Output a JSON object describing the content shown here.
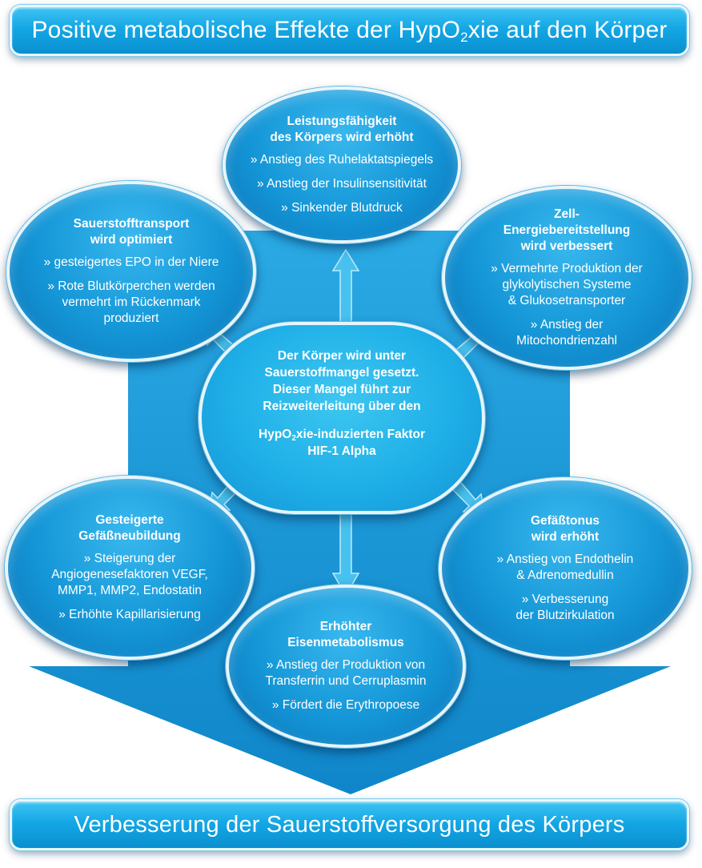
{
  "header": {
    "title_pre": "Positive metabolische Effekte der HypO",
    "title_sub": "2",
    "title_post": "xie auf den Körper"
  },
  "footer": {
    "title": "Verbesserung der Sauerstoffversorgung des Körpers"
  },
  "center": {
    "line1": "Der Körper wird unter",
    "line2": "Sauerstoffmangel gesetzt.",
    "line3": "Dieser Mangel führt zur",
    "line4": "Reizweiterleitung über den",
    "line5_pre": "HypO",
    "line5_sub": "2",
    "line5_post": "xie-induzierten Faktor",
    "line6": "HIF-1 Alpha"
  },
  "nodes": {
    "top": {
      "title": [
        "Leistungsfähigkeit",
        "des Körpers wird erhöht"
      ],
      "items": [
        "» Anstieg des Ruhelaktatspiegels",
        "» Anstieg der Insulinsensitivität",
        "» Sinkender Blutdruck"
      ]
    },
    "upper_left": {
      "title": [
        "Sauerstofftransport",
        "wird optimiert"
      ],
      "items": [
        "» gesteigertes EPO in der Niere",
        "» Rote Blutkörperchen werden",
        "vermehrt im Rückenmark",
        "produziert"
      ]
    },
    "upper_right": {
      "title": [
        "Zell-",
        "Energiebereitstellung",
        "wird verbessert"
      ],
      "items": [
        "» Vermehrte Produktion der",
        "glykolytischen Systeme",
        "& Glukosetransporter",
        "» Anstieg der",
        "Mitochondrienzahl"
      ]
    },
    "lower_left": {
      "title": [
        "Gesteigerte",
        "Gefäßneubildung"
      ],
      "items": [
        "» Steigerung der",
        "Angiogenesefaktoren VEGF,",
        "MMP1, MMP2, Endostatin",
        "» Erhöhte Kapillarisierung"
      ]
    },
    "lower_right": {
      "title": [
        "Gefäßtonus",
        "wird erhöht"
      ],
      "items": [
        "» Anstieg von Endothelin",
        "& Adrenomedullin",
        "» Verbesserung",
        "der Blutzirkulation"
      ]
    },
    "bottom": {
      "title": [
        "Erhöhter",
        "Eisenmetabolismus"
      ],
      "items": [
        "» Anstieg der Produktion von",
        "Transferrin und Cerruplasmin",
        "» Fördert die Erythropoese"
      ]
    }
  },
  "colors": {
    "big_arrow": "#1c9ad8",
    "connector_arrow": "#45c0ee",
    "node_fill": "#1496d7"
  }
}
